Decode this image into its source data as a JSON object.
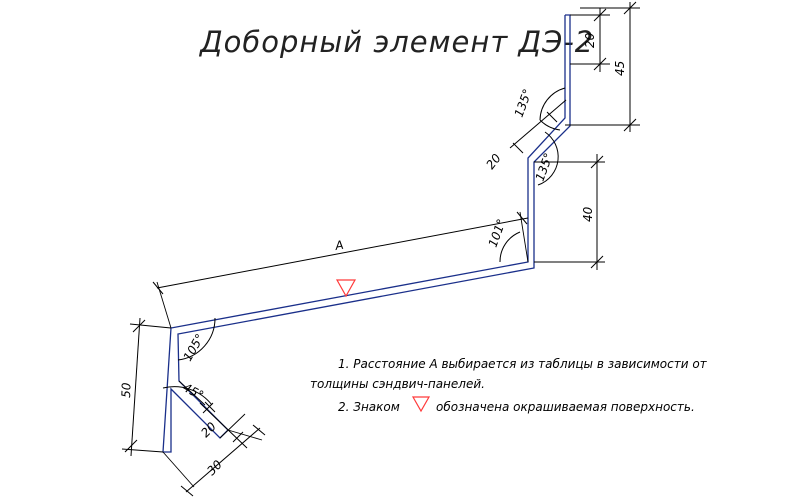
{
  "title": "Доборный элемент ДЭ-2",
  "dimensions": {
    "top_20": "20",
    "top_45": "45",
    "angle_135_upper": "135°",
    "angle_135_lower": "135°",
    "left_20": "20",
    "right_40": "40",
    "angle_101": "101°",
    "length_a": "A",
    "left_50": "50",
    "angle_105": "105°",
    "angle_45": "45°",
    "bottom_20": "20",
    "bottom_30": "30"
  },
  "notes": {
    "line1": "1. Расстояние А выбирается из таблицы в зависимости от",
    "line1_cont": "толщины сэндвич-панелей.",
    "line2_before": "2. Знаком",
    "line2_after": "обозначена окрашиваемая поверхность."
  },
  "colors": {
    "profile": "#1a2f8a",
    "paint_mark": "#ff3a3a"
  }
}
